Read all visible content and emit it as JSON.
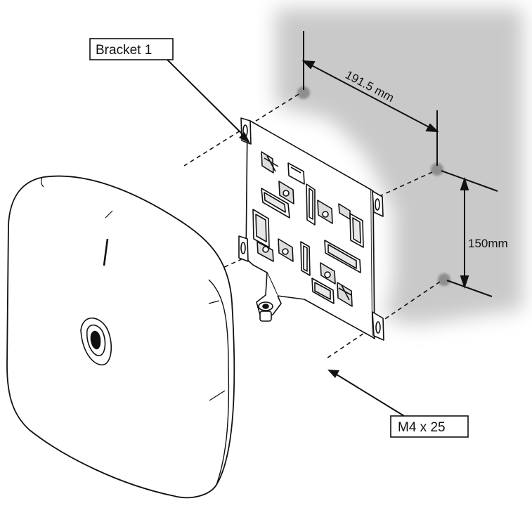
{
  "callouts": {
    "bracket": "Bracket 1",
    "screw": "M4 x 25"
  },
  "dimensions": {
    "horizontal": "191.5 mm",
    "vertical": "150mm"
  },
  "colors": {
    "wall_shadow": "#c9c9c9",
    "line": "#111111",
    "screw_hole": "#8e8e8e"
  }
}
